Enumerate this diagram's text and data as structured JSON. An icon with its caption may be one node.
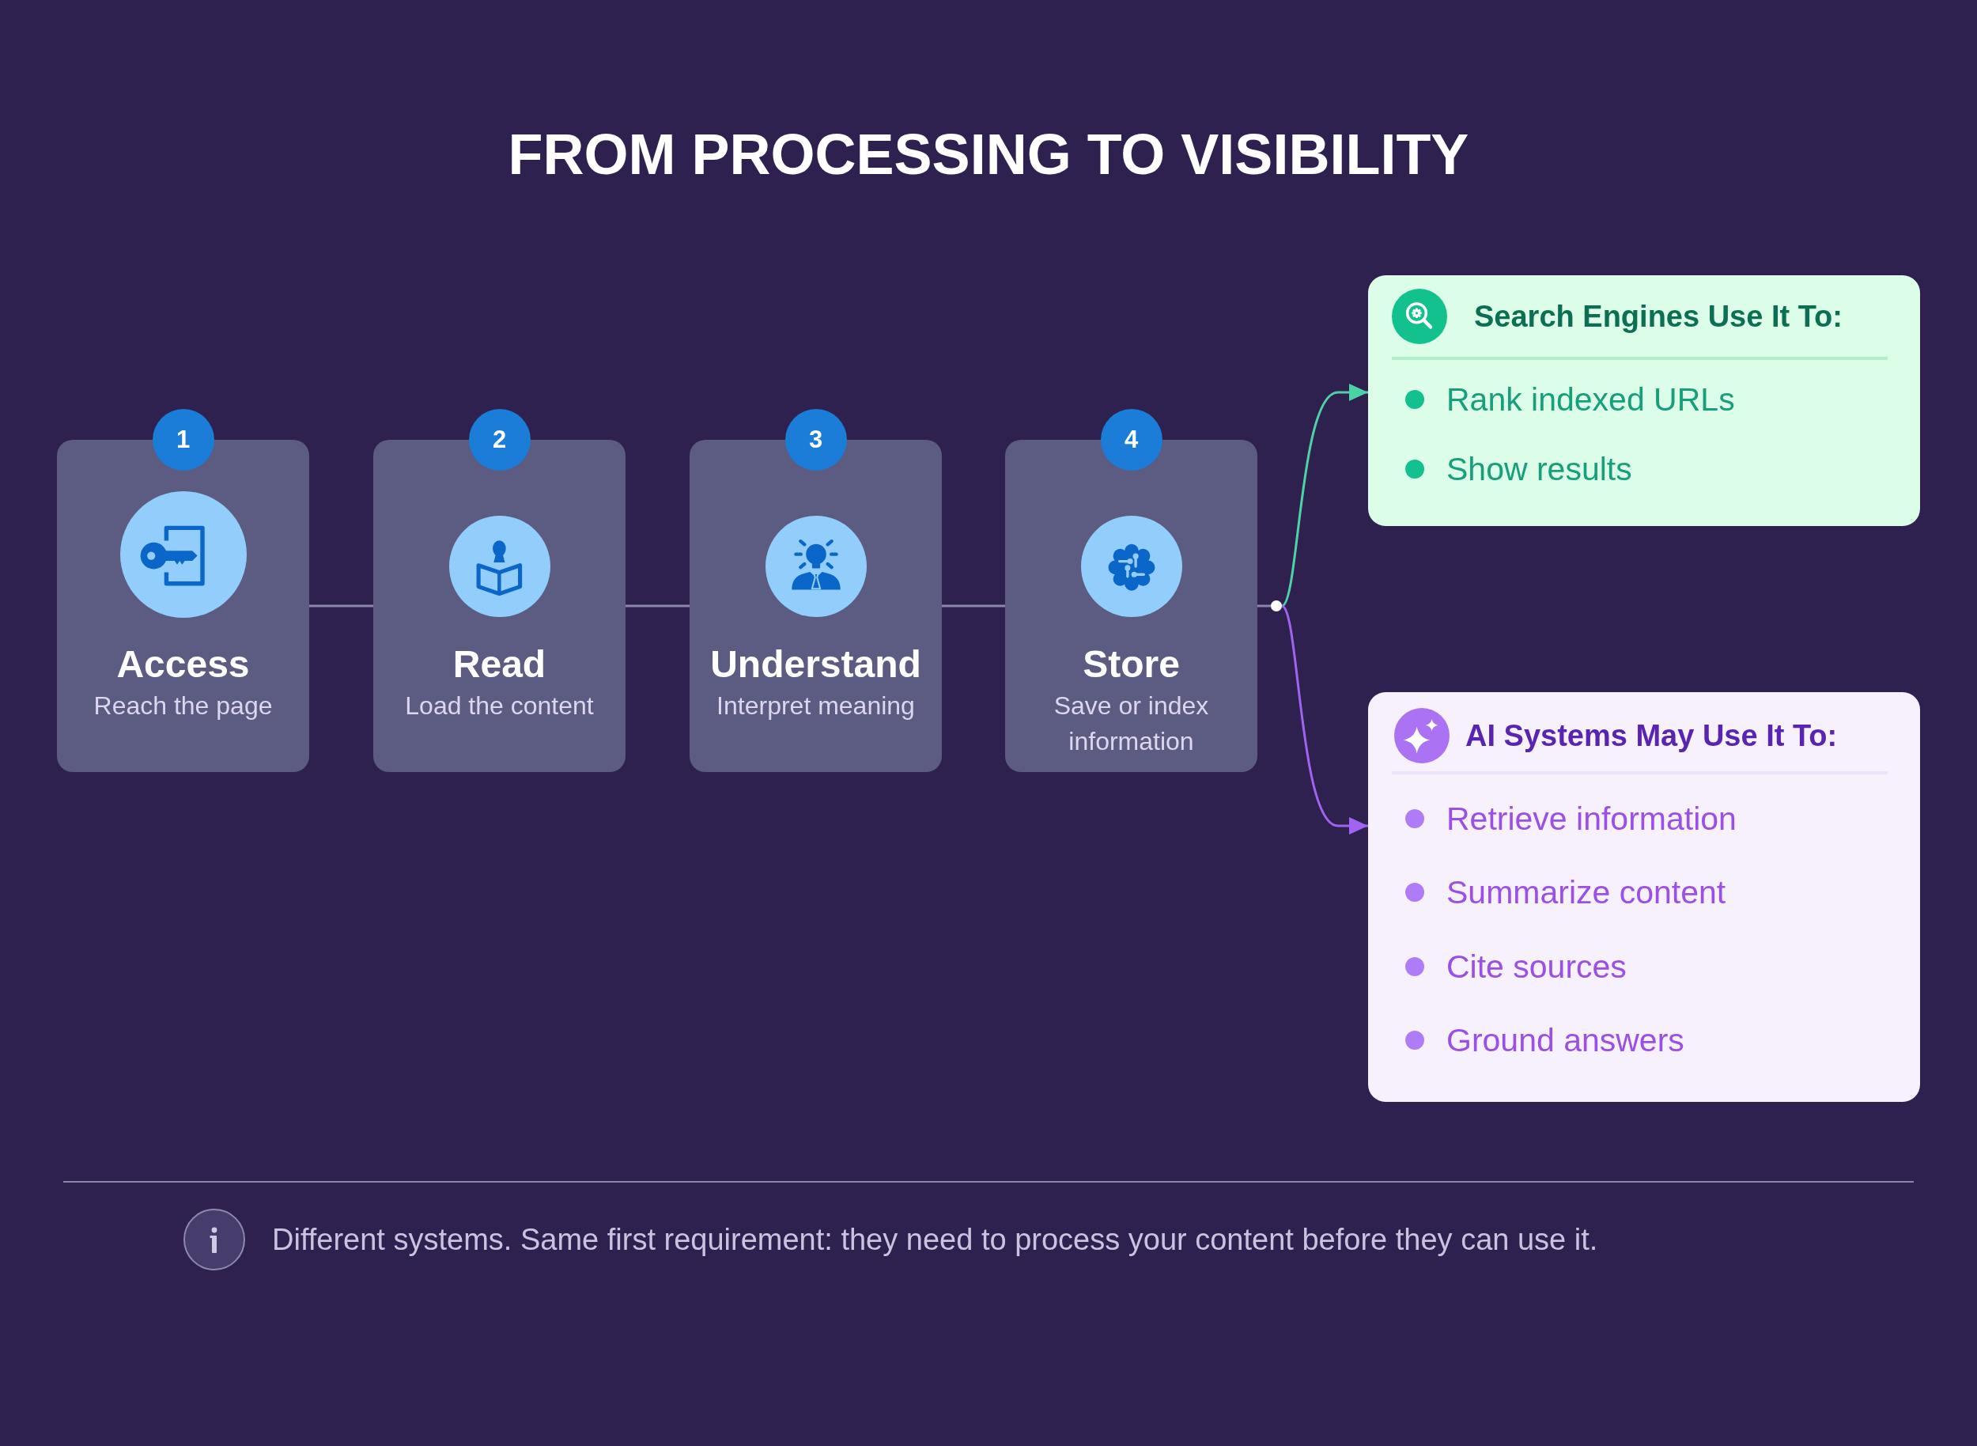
{
  "diagram": {
    "title": "FROM PROCESSING TO VISIBILITY",
    "nodes": [
      {
        "text": [
          "1"
        ]
      },
      {
        "text": [
          "Access",
          "Reach the page"
        ]
      },
      {
        "text": [
          "2"
        ]
      },
      {
        "text": [
          "Read",
          "Load the content"
        ]
      },
      {
        "text": [
          "3"
        ]
      },
      {
        "text": [
          "Understand",
          "Interpret meaning"
        ]
      },
      {
        "text": [
          "4"
        ]
      },
      {
        "text": [
          "Store",
          "Save or index information"
        ]
      },
      {
        "text": [],
        "shape": "circle"
      },
      {
        "text": [
          "Search Engines Use It To:",
          "Rank indexed URLs",
          "Show results"
        ]
      },
      {
        "text": [
          "AI Systems May Use It To:",
          "Retrieve information",
          "Summarize content",
          "Cite sources",
          "Ground answers"
        ]
      }
    ],
    "edges": [
      {
        "from": 1,
        "to": 3,
        "arrow": "none"
      },
      {
        "from": 3,
        "to": 5,
        "arrow": "none"
      },
      {
        "from": 5,
        "to": 7,
        "arrow": "none"
      },
      {
        "from": 7,
        "to": 8,
        "arrow": "none"
      },
      {
        "from": 8,
        "to": 9,
        "arrow": "to",
        "color": "#4fd1a5"
      },
      {
        "from": 8,
        "to": 10,
        "arrow": "to",
        "color": "#a263f2"
      }
    ],
    "labels": [
      "Different systems. Same first requirement: they need to process your content before they can use it."
    ]
  }
}
